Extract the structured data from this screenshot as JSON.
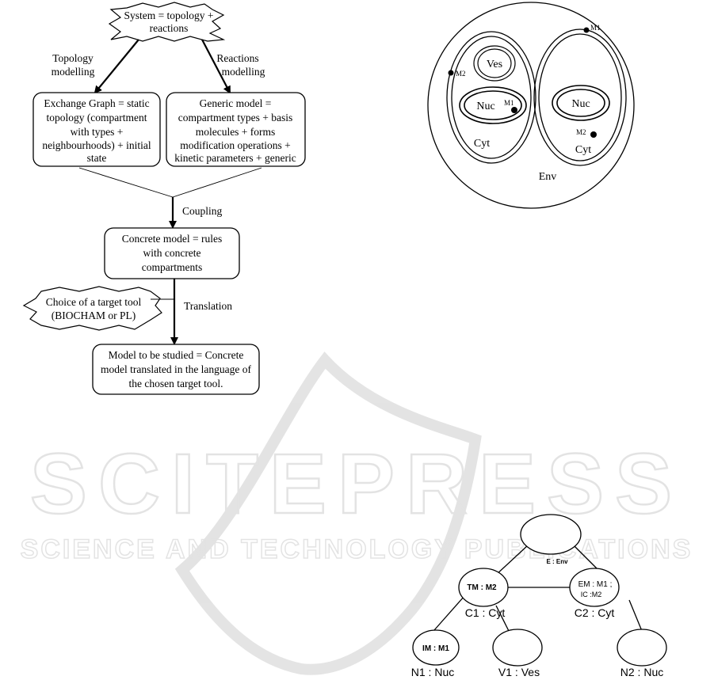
{
  "flowchart": {
    "start": [
      "System = topology +",
      "reactions"
    ],
    "left_label": [
      "Topology",
      "modelling"
    ],
    "right_label": [
      "Reactions",
      "modelling"
    ],
    "exchange_graph": [
      "Exchange Graph = static",
      "topology (compartment",
      "with types +",
      "neighbourhoods) + initial",
      "state"
    ],
    "generic_model": [
      "Generic model =",
      "compartment types + basis",
      "molecules + forms",
      "modification operations +",
      "kinetic parameters + generic"
    ],
    "coupling_label": "Coupling",
    "concrete_model": [
      "Concrete model = rules",
      "with concrete",
      "compartments"
    ],
    "choice": [
      "Choice of a target tool",
      "(BIOCHAM  or PL)"
    ],
    "translation_label": "Translation",
    "final_model": [
      "Model to be studied = Concrete",
      "model translated in the language of",
      "the chosen target tool."
    ]
  },
  "cell_diagram": {
    "ves": "Ves",
    "nuc_left": "Nuc",
    "nuc_right": "Nuc",
    "m1_left": "M1",
    "m2_left": "M2",
    "m1_right": "M1",
    "m2_right": "M2",
    "cyt_left": "Cyt",
    "cyt_right": "Cyt",
    "env": "Env"
  },
  "tree": {
    "e_label": "E : Env",
    "c1_inner": "TM : M2",
    "c1_label": "C1 : Cyt",
    "c2_inner": [
      "EM : M1 ;",
      "IC :M2"
    ],
    "c2_label": "C2 : Cyt",
    "n1_inner": "IM : M1",
    "n1_label": "N1 : Nuc",
    "v1_label": "V1 : Ves",
    "n2_label": "N2 : Nuc"
  },
  "watermark": {
    "main": "SCITEPRESS",
    "sub": "SCIENCE AND TECHNOLOGY PUBLICATIONS"
  }
}
